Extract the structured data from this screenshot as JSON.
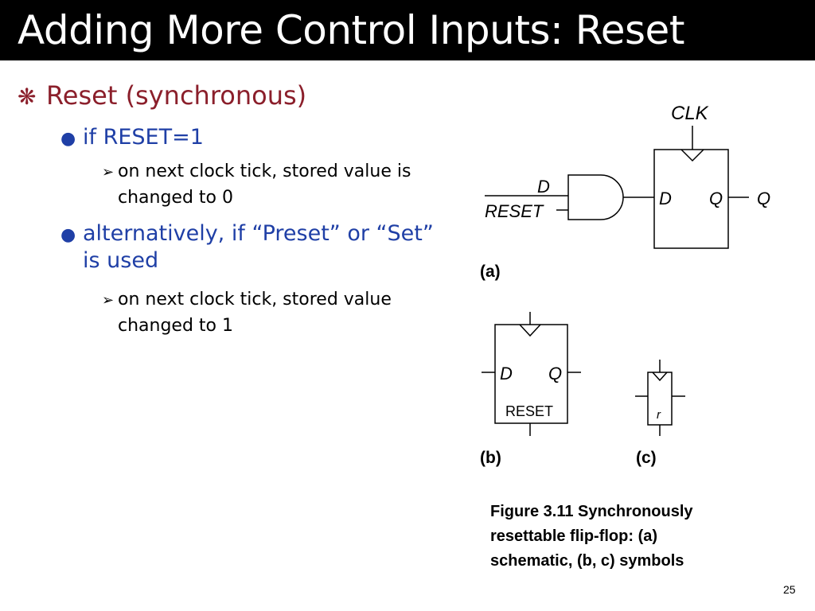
{
  "slide": {
    "title": "Adding More Control Inputs:  Reset",
    "page_number": "25"
  },
  "bullets": {
    "level1": {
      "text": "Reset (synchronous)",
      "marker": "asterisk-icon"
    },
    "item1": {
      "text": "if RESET=1"
    },
    "item1_sub": {
      "lines": [
        "on next clock tick, stored value is",
        "changed to 0"
      ]
    },
    "item2": {
      "lines": [
        "alternatively, if “Preset” or “Set”",
        "is used"
      ]
    },
    "item2_sub": {
      "lines": [
        "on next clock tick, stored value",
        "changed to 1"
      ]
    }
  },
  "figure": {
    "a": {
      "clk": "CLK",
      "d_in": "D",
      "reset_in": "RESET",
      "ff_d": "D",
      "ff_q": "Q",
      "q_out": "Q",
      "label": "(a)"
    },
    "b": {
      "d": "D",
      "q": "Q",
      "reset": "RESET",
      "label": "(b)"
    },
    "c": {
      "r": "r",
      "label": "(c)"
    },
    "caption": [
      "Figure 3.11 Synchronously",
      "resettable flip-flop: (a)",
      "schematic, (b, c) symbols"
    ]
  },
  "colors": {
    "level1": "#8b1f2b",
    "level2": "#1f3fa6",
    "title_bg": "#000000"
  }
}
